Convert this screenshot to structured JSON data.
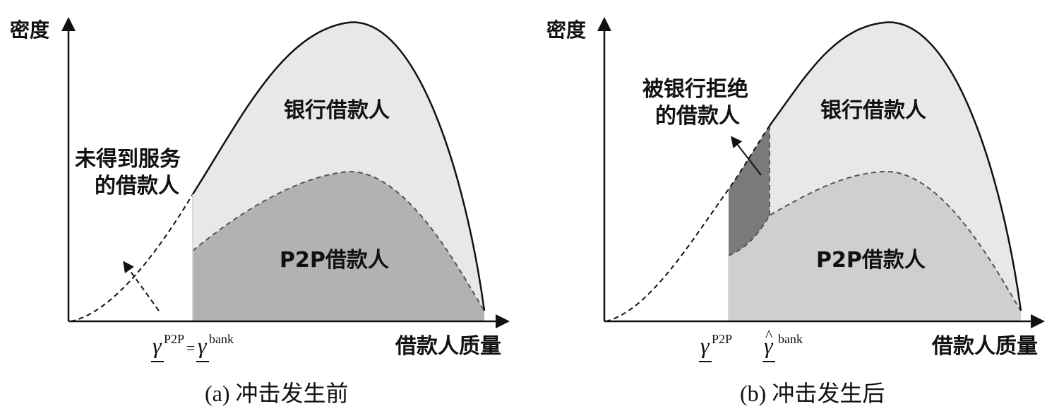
{
  "panel_a": {
    "caption": "(a) 冲击发生前",
    "y_axis_label": "密度",
    "x_axis_label": "借款人质量",
    "bank_region_label": "银行借款人",
    "p2p_region_label": "P2P借款人",
    "unserved_label_line1": "未得到服务",
    "unserved_label_line2": "的借款人",
    "threshold": {
      "sym": "γ",
      "sup_p2p": "P2P",
      "eq": "=",
      "sup_bank": "bank"
    }
  },
  "panel_b": {
    "caption": "(b) 冲击发生后",
    "y_axis_label": "密度",
    "x_axis_label": "借款人质量",
    "bank_region_label": "银行借款人",
    "p2p_region_label": "P2P借款人",
    "rejected_label_line1": "被银行拒绝",
    "rejected_label_line2": "的借款人",
    "threshold_p2p": {
      "sym": "γ",
      "sup": "P2P"
    },
    "threshold_bank": {
      "sym": "γ",
      "hat": "^",
      "sup": "bank"
    }
  },
  "colors": {
    "bank_fill": "#e8e8e8",
    "p2p_fill_a": "#b2b2b2",
    "p2p_fill_b": "#cfcfcf",
    "rejected_fill": "#7a7a7a",
    "line": "#111111",
    "dash": "#555555"
  }
}
